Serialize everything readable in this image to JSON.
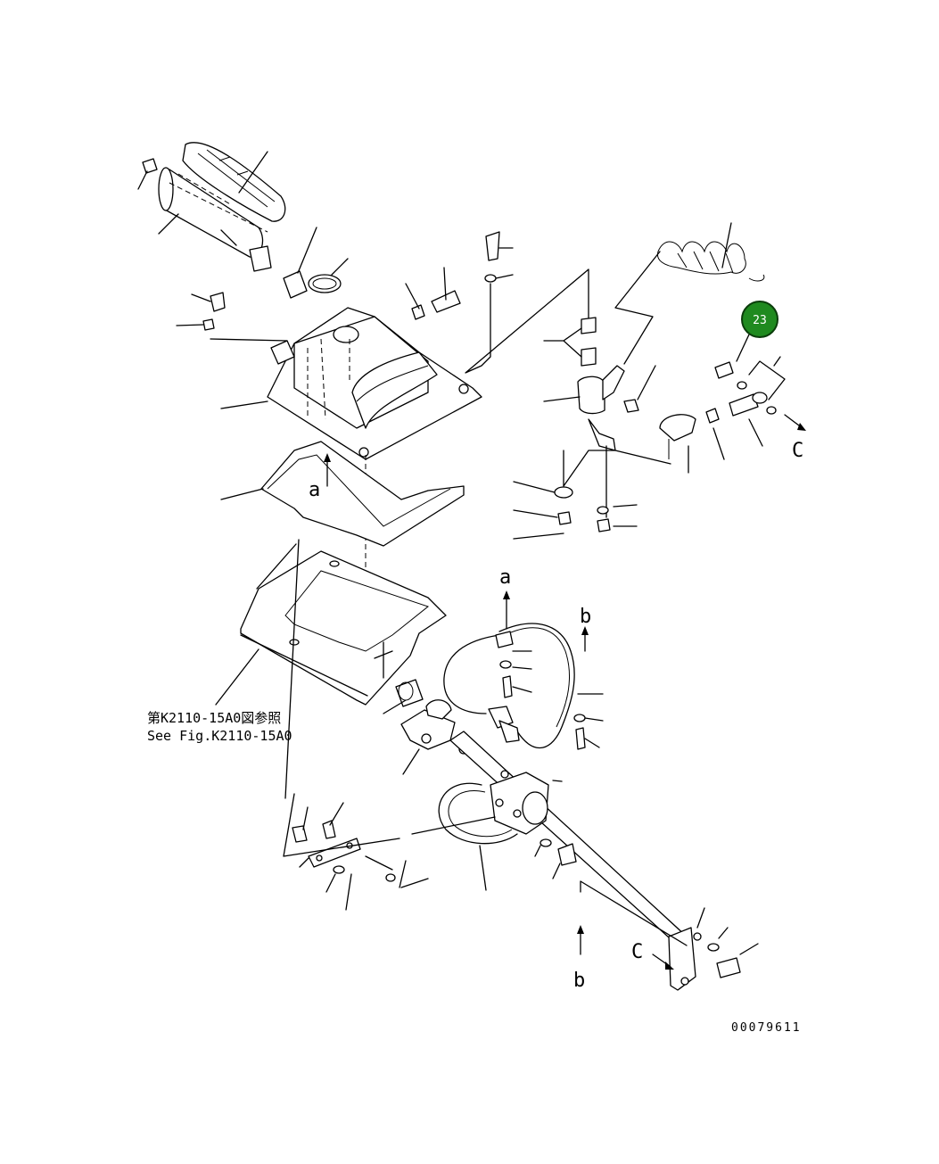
{
  "figure": {
    "ref_jp": "第K2110-15A0図参照",
    "ref_en": "See Fig.K2110-15A0",
    "drawing_number": "00079611"
  },
  "arrow_labels": {
    "a_top": "a",
    "a_bottom": "a",
    "b_top": "b",
    "b_bottom": "b",
    "c_right": "C",
    "c_bottom": "C"
  },
  "callout": {
    "number": "23",
    "color": "#1f8a1f",
    "border": "#0b3d0b",
    "text_color": "#ffffff"
  }
}
